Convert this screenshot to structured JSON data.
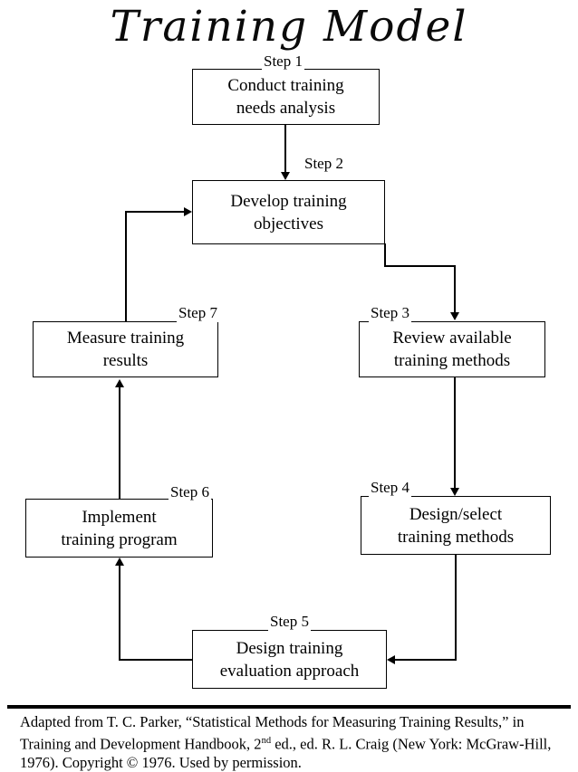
{
  "title": "Training Model",
  "nodes": [
    {
      "id": "step1",
      "step": "Step 1",
      "line1": "Conduct training",
      "line2": "needs analysis"
    },
    {
      "id": "step2",
      "step": "Step 2",
      "line1": "Develop training",
      "line2": "objectives"
    },
    {
      "id": "step3",
      "step": "Step 3",
      "line1": "Review available",
      "line2": "training methods"
    },
    {
      "id": "step4",
      "step": "Step 4",
      "line1": "Design/select",
      "line2": "training methods"
    },
    {
      "id": "step5",
      "step": "Step 5",
      "line1": "Design training",
      "line2": "evaluation approach"
    },
    {
      "id": "step6",
      "step": "Step 6",
      "line1": "Implement",
      "line2": "training program"
    },
    {
      "id": "step7",
      "step": "Step 7",
      "line1": "Measure training",
      "line2": "results"
    }
  ],
  "footnote": {
    "part1": "Adapted from T. C. Parker, “Statistical Methods for Measuring Training Results,” in Training and Development Handbook, 2",
    "sup": "nd",
    "part2": " ed., ed. R. L. Craig (New York: McGraw-Hill, 1976).  Copyright © 1976. Used by permission."
  },
  "colors": {
    "ink": "#000000",
    "background": "#ffffff"
  }
}
